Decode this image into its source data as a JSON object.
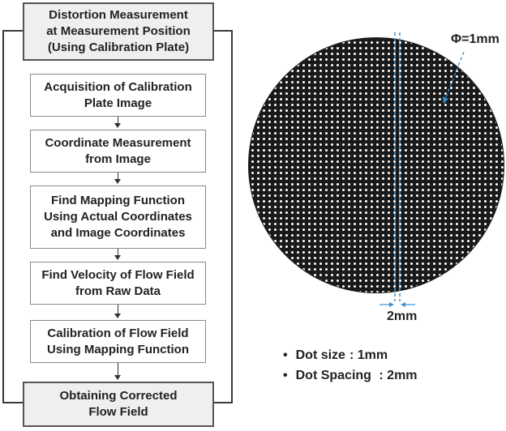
{
  "flowchart": {
    "header": "Distortion Measurement\nat Measurement Position\n(Using Calibration Plate)",
    "steps": [
      "Acquisition of Calibration\nPlate Image",
      "Coordinate Measurement\nfrom Image",
      "Find Mapping Function\nUsing Actual Coordinates\nand Image Coordinates",
      "Find Velocity of Flow Field\nfrom Raw Data",
      "Calibration of Flow Field\nUsing Mapping Function"
    ],
    "final": "Obtaining Corrected\nFlow Field"
  },
  "plate": {
    "diameter_label": "Φ=1mm",
    "spacing_label": "2mm",
    "background_color": "#1a1a1a",
    "dot_color": "#ffffff",
    "accent_color": "#3a8fd0"
  },
  "specs": [
    {
      "label": "Dot size",
      "value": ": 1mm"
    },
    {
      "label": "Dot Spacing",
      "value": " : 2mm"
    }
  ]
}
